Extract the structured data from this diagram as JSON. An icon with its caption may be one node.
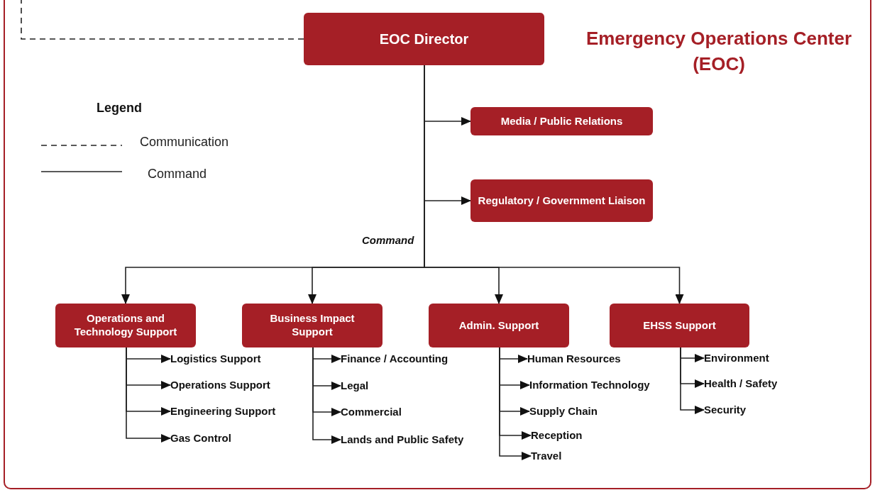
{
  "diagram": {
    "nodes": [
      {
        "text": [
          "Emergency Operations Center (EOC)"
        ]
      },
      {
        "text": [
          "EOC Director"
        ],
        "in": 0
      },
      {
        "text": [
          "Media / Public Relations"
        ],
        "in": 0
      },
      {
        "text": [
          "Regulatory / Government Liaison"
        ],
        "in": 0
      },
      {
        "text": [
          "Operations and Technology Support"
        ],
        "in": 0
      },
      {
        "text": [
          "Business Impact Support"
        ],
        "in": 0
      },
      {
        "text": [
          "Admin. Support"
        ],
        "in": 0
      },
      {
        "text": [
          "EHSS Support"
        ],
        "in": 0
      },
      {
        "text": [
          "Logistics Support"
        ],
        "in": 0
      },
      {
        "text": [
          "Operations Support"
        ],
        "in": 0
      },
      {
        "text": [
          "Engineering Support"
        ],
        "in": 0
      },
      {
        "text": [
          "Gas Control"
        ],
        "in": 0
      },
      {
        "text": [
          "Finance / Accounting"
        ],
        "in": 0
      },
      {
        "text": [
          "Legal"
        ],
        "in": 0
      },
      {
        "text": [
          "Commercial"
        ],
        "in": 0
      },
      {
        "text": [
          "Lands and Public Safety"
        ],
        "in": 0
      },
      {
        "text": [
          "Human Resources"
        ],
        "in": 0
      },
      {
        "text": [
          "Information Technology"
        ],
        "in": 0
      },
      {
        "text": [
          "Supply Chain"
        ],
        "in": 0
      },
      {
        "text": [
          "Reception"
        ],
        "in": 0
      },
      {
        "text": [
          "Travel"
        ],
        "in": 0
      },
      {
        "text": [
          "Environment"
        ],
        "in": 0
      },
      {
        "text": [
          "Health / Safety"
        ],
        "in": 0
      },
      {
        "text": [
          "Security"
        ],
        "in": 0
      }
    ],
    "edges": [
      {
        "from": 1,
        "to": null,
        "arrow": "none",
        "style": "dashed"
      },
      {
        "from": 1,
        "to": 2,
        "arrow": "to"
      },
      {
        "from": 1,
        "to": 3,
        "arrow": "to"
      },
      {
        "from": 1,
        "to": 4,
        "arrow": "to",
        "label": "Command"
      },
      {
        "from": 1,
        "to": 5,
        "arrow": "to"
      },
      {
        "from": 1,
        "to": 6,
        "arrow": "to"
      },
      {
        "from": 1,
        "to": 7,
        "arrow": "to"
      },
      {
        "from": 4,
        "to": 8,
        "arrow": "to"
      },
      {
        "from": 4,
        "to": 9,
        "arrow": "to"
      },
      {
        "from": 4,
        "to": 10,
        "arrow": "to"
      },
      {
        "from": 4,
        "to": 11,
        "arrow": "to"
      },
      {
        "from": 5,
        "to": 12,
        "arrow": "to"
      },
      {
        "from": 5,
        "to": 13,
        "arrow": "to"
      },
      {
        "from": 5,
        "to": 14,
        "arrow": "to"
      },
      {
        "from": 5,
        "to": 15,
        "arrow": "to"
      },
      {
        "from": 6,
        "to": 16,
        "arrow": "to"
      },
      {
        "from": 6,
        "to": 17,
        "arrow": "to"
      },
      {
        "from": 6,
        "to": 18,
        "arrow": "to"
      },
      {
        "from": 6,
        "to": 19,
        "arrow": "to"
      },
      {
        "from": 6,
        "to": 20,
        "arrow": "to"
      },
      {
        "from": 7,
        "to": 21,
        "arrow": "to"
      },
      {
        "from": 7,
        "to": 22,
        "arrow": "to"
      },
      {
        "from": 7,
        "to": 23,
        "arrow": "to"
      }
    ],
    "labels": [
      "Legend"
    ],
    "legend": [
      {
        "text": "Communication"
      },
      {
        "text": "Command"
      }
    ]
  }
}
